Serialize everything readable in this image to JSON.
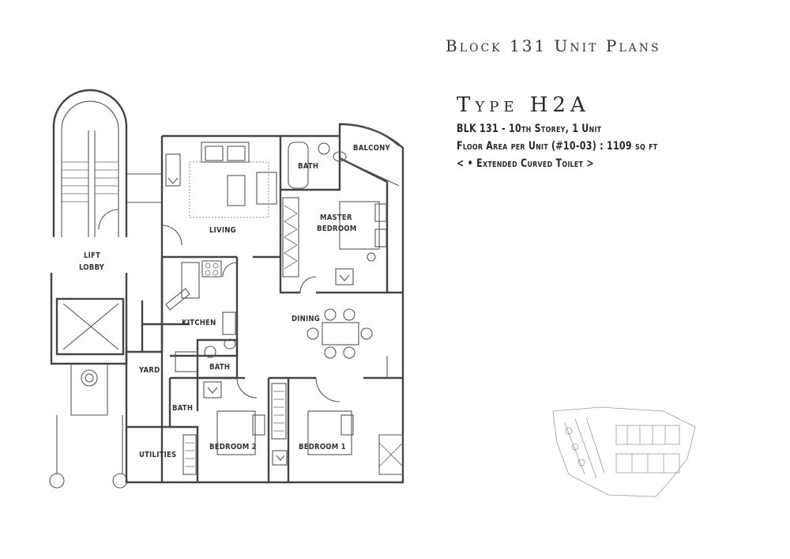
{
  "header": {
    "title": "Block 131 Unit Plans"
  },
  "unit": {
    "type_title": "Type H2A",
    "lines": [
      "BLK 131 - 10th Storey, 1 Unit",
      "Floor Area per Unit (#10-03) : 1109 sq ft",
      "< • Extended Curved Toilet >"
    ]
  },
  "rooms": {
    "balcony": "BALCONY",
    "bath_master": "BATH",
    "living": "LIVING",
    "master_bedroom_1": "MASTER",
    "master_bedroom_2": "BEDROOM",
    "lift_lobby_1": "LIFT",
    "lift_lobby_2": "LOBBY",
    "kitchen": "KITCHEN",
    "dining": "DINING",
    "yard": "YARD",
    "bath_common": "BATH",
    "bath_yard": "BATH",
    "utilities": "UTILITIES",
    "bedroom_2": "BEDROOM 2",
    "bedroom_1": "BEDROOM 1"
  }
}
